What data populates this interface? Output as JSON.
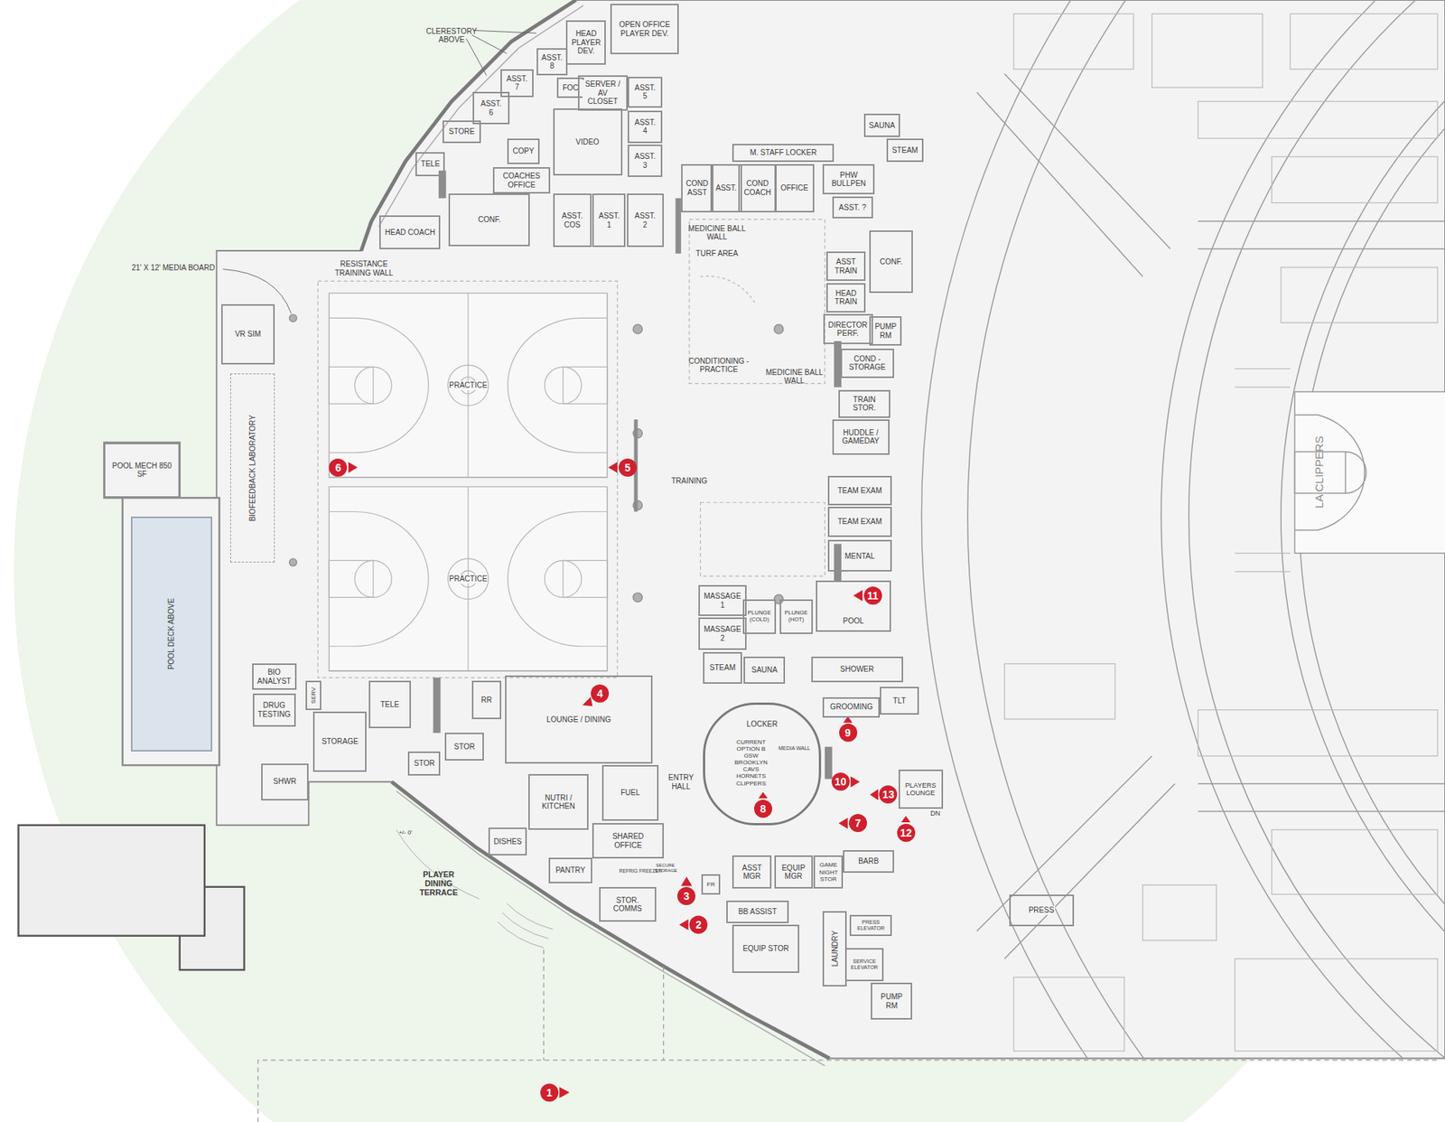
{
  "diagram": {
    "nodes": [
      {
        "text": [
          "HEAD PLAYER DEV."
        ]
      },
      {
        "text": [
          "OPEN OFFICE PLAYER DEV."
        ]
      },
      {
        "text": [
          "ASST. 8"
        ]
      },
      {
        "text": [
          "ASST. 7"
        ]
      },
      {
        "text": [
          "FOC"
        ]
      },
      {
        "text": [
          "ASST. 6"
        ]
      },
      {
        "text": [
          "SERVER / AV CLOSET"
        ]
      },
      {
        "text": [
          "ASST. 5"
        ]
      },
      {
        "text": [
          "ASST. 4"
        ]
      },
      {
        "text": [
          "ASST. 3"
        ]
      },
      {
        "text": [
          "VIDEO"
        ]
      },
      {
        "text": [
          "STORE"
        ]
      },
      {
        "text": [
          "COPY"
        ]
      },
      {
        "text": [
          "TELE"
        ]
      },
      {
        "text": [
          "COACHES OFFICE"
        ]
      },
      {
        "text": [
          "HEAD COACH"
        ]
      },
      {
        "text": [
          "CONF."
        ]
      },
      {
        "text": [
          "ASST.",
          "COS"
        ]
      },
      {
        "text": [
          "ASST. 1"
        ]
      },
      {
        "text": [
          "ASST. 2"
        ]
      },
      {
        "text": [
          "M. STAFF LOCKER"
        ]
      },
      {
        "text": [
          "SAUNA"
        ]
      },
      {
        "text": [
          "STEAM"
        ]
      },
      {
        "text": [
          "COND ASST"
        ]
      },
      {
        "text": [
          "ASST."
        ]
      },
      {
        "text": [
          "COND COACH"
        ]
      },
      {
        "text": [
          "OFFICE"
        ]
      },
      {
        "text": [
          "PHW BULLPEN"
        ]
      },
      {
        "text": [
          "ASST. ?"
        ]
      },
      {
        "text": [
          "ASST TRAIN"
        ]
      },
      {
        "text": [
          "CONF."
        ]
      },
      {
        "text": [
          "HEAD TRAIN"
        ]
      },
      {
        "text": [
          "DIRECTOR PERF."
        ]
      },
      {
        "text": [
          "PUMP RM"
        ]
      },
      {
        "text": [
          "COND - STORAGE"
        ]
      },
      {
        "text": [
          "TRAIN STOR."
        ]
      },
      {
        "text": [
          "HUDDLE / GAMEDAY"
        ]
      },
      {
        "text": [
          "VR SIM"
        ]
      },
      {
        "text": [
          "BIOFEEDBACK LABORATORY"
        ]
      },
      {
        "text": [
          "PRACTICE"
        ]
      },
      {
        "text": [
          "PRACTICE"
        ]
      },
      {
        "text": [
          "POOL MECH 850 SF"
        ]
      },
      {
        "text": [
          "POOL DECK ABOVE"
        ]
      },
      {
        "text": [
          "TEAM EXAM"
        ]
      },
      {
        "text": [
          "TEAM EXAM"
        ]
      },
      {
        "text": [
          "MENTAL"
        ]
      },
      {
        "text": [
          "POOL"
        ]
      },
      {
        "text": [
          "MASSAGE 1"
        ]
      },
      {
        "text": [
          "PLUNGE (COLD)"
        ]
      },
      {
        "text": [
          "PLUNGE (HOT)"
        ]
      },
      {
        "text": [
          "MASSAGE 2"
        ]
      },
      {
        "text": [
          "STEAM"
        ]
      },
      {
        "text": [
          "SAUNA"
        ]
      },
      {
        "text": [
          "SHOWER"
        ]
      },
      {
        "text": [
          "BIO ANALYST"
        ]
      },
      {
        "text": [
          "SERV"
        ]
      },
      {
        "text": [
          "TELE"
        ]
      },
      {
        "text": [
          "RR"
        ]
      },
      {
        "text": [
          "LOUNGE / DINING"
        ]
      },
      {
        "text": [
          "DRUG TESTING"
        ]
      },
      {
        "text": [
          "STORAGE"
        ]
      },
      {
        "text": [
          "TLT"
        ]
      },
      {
        "text": [
          "GROOMING"
        ]
      },
      {
        "text": [
          "LOCKER"
        ]
      },
      {
        "text": [
          "STOR"
        ]
      },
      {
        "text": [
          "STOR"
        ]
      },
      {
        "text": [
          "SHWR"
        ]
      },
      {
        "text": [
          "FUEL"
        ]
      },
      {
        "text": [
          "NUTRI / KITCHEN"
        ]
      },
      {
        "text": [
          "PLAYERS LOUNGE"
        ]
      },
      {
        "text": [
          "SHARED OFFICE"
        ]
      },
      {
        "text": [
          "DISHES"
        ]
      },
      {
        "text": [
          "BARB"
        ]
      },
      {
        "text": [
          "ASST MGR"
        ]
      },
      {
        "text": [
          "EQUIP MGR"
        ]
      },
      {
        "text": [
          "GAME NIGHT STOR"
        ]
      },
      {
        "text": [
          "PANTRY"
        ]
      },
      {
        "text": [
          "FR"
        ]
      },
      {
        "text": [
          "STOR. COMMS"
        ]
      },
      {
        "text": [
          "BB ASSIST"
        ]
      },
      {
        "text": [
          "EQUIP STOR"
        ]
      },
      {
        "text": [
          "LAUNDRY"
        ]
      },
      {
        "text": [
          "PRESS ELEVATOR"
        ]
      },
      {
        "text": [
          "SERVICE ELEVATOR"
        ]
      },
      {
        "text": [
          "PUMP RM"
        ]
      },
      {
        "text": [
          "PRESS"
        ]
      }
    ],
    "labels": [
      "CLERESTORY ABOVE",
      "21' X 12' MEDIA BOARD",
      "RESISTANCE TRAINING WALL",
      "MEDICINE BALL WALL",
      "TURF AREA",
      "CONDITIONING - PRACTICE",
      "MEDICINE BALL WALL",
      "TRAINING",
      "ENTRY HALL",
      "PLAYER DINING TERRACE",
      "+/- 0'",
      "MEDIA WALL",
      "CURRENT",
      "OPTION B",
      "GSW",
      "BROOKLYN",
      "CAVS",
      "HORNETS",
      "CLIPPERS",
      "REFRIG",
      "FREEZER",
      "SECURE STORAGE",
      "DN",
      "LA CLIPPERS",
      "1",
      "2",
      "3",
      "4",
      "5",
      "6",
      "7",
      "8",
      "9",
      "10",
      "11",
      "12",
      "13"
    ]
  }
}
